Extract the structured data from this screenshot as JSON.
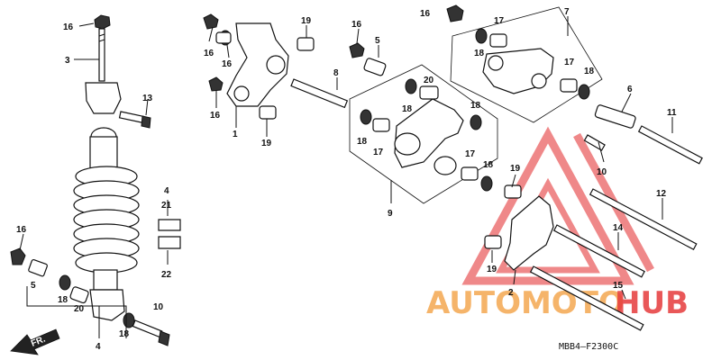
{
  "diagram": {
    "drawing_code": "MBB4—F2300C",
    "direction_arrow": "FR.",
    "watermark": {
      "text_orange": "AUTOMOTO",
      "text_red": "HUB",
      "orange_color": "#f29b38",
      "red_color": "#e5393b"
    },
    "labels": {
      "l1": "1",
      "l2": "2",
      "l3": "3",
      "l4a": "4",
      "l4b": "4",
      "l5a": "5",
      "l5b": "5",
      "l6": "6",
      "l7": "7",
      "l8": "8",
      "l9": "9",
      "l10a": "10",
      "l10b": "10",
      "l11": "11",
      "l12": "12",
      "l13": "13",
      "l14": "14",
      "l15": "15",
      "l16a": "16",
      "l16b": "16",
      "l16c": "16",
      "l16d": "16",
      "l16e": "16",
      "l16f": "16",
      "l16g": "16",
      "l17a": "17",
      "l17b": "17",
      "l17c": "17",
      "l17d": "17",
      "l18a": "18",
      "l18b": "18",
      "l18c": "18",
      "l18d": "18",
      "l18e": "18",
      "l18f": "18",
      "l18g": "18",
      "l19a": "19",
      "l19b": "19",
      "l19c": "19",
      "l19d": "19",
      "l20a": "20",
      "l20b": "20",
      "l21": "21",
      "l22": "22"
    }
  }
}
